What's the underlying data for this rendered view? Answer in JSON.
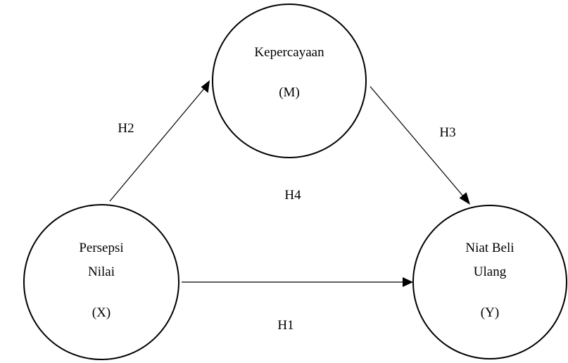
{
  "nodes": {
    "mediator": {
      "name": "Kepercayaan",
      "code": "(M)"
    },
    "independent": {
      "name_line1": "Persepsi",
      "name_line2": "Nilai",
      "code": "(X)"
    },
    "dependent": {
      "name_line1": "Niat Beli",
      "name_line2": "Ulang",
      "code": "(Y)"
    }
  },
  "edges": {
    "h1": {
      "label": "H1",
      "from": "independent",
      "to": "dependent"
    },
    "h2": {
      "label": "H2",
      "from": "independent",
      "to": "mediator"
    },
    "h3": {
      "label": "H3",
      "from": "mediator",
      "to": "dependent"
    },
    "h4": {
      "label": "H4"
    }
  },
  "colors": {
    "stroke": "#000000",
    "background": "#ffffff"
  }
}
